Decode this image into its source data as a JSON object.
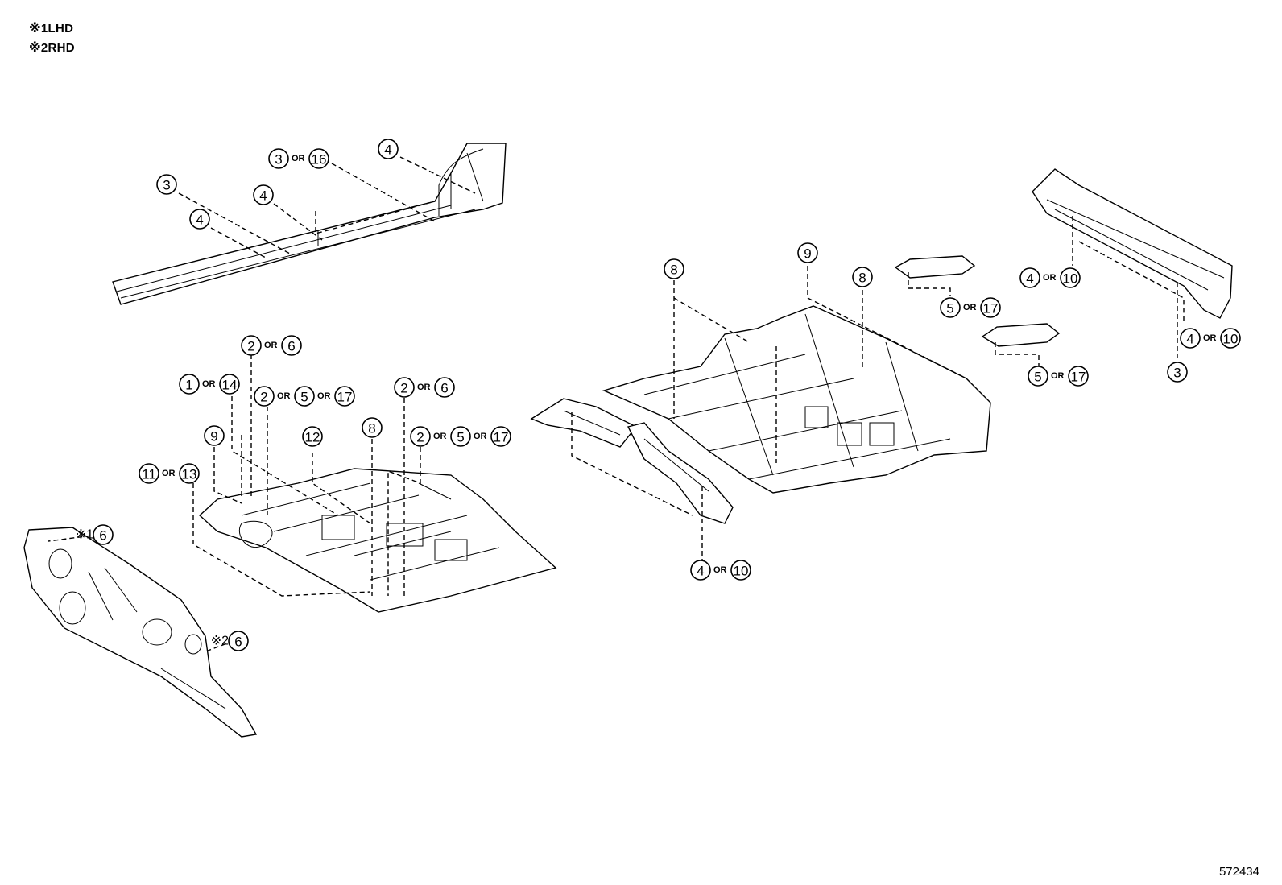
{
  "notes": [
    {
      "mark": "※1",
      "text": "LHD"
    },
    {
      "mark": "※2",
      "text": "RHD"
    }
  ],
  "diagram_id": "572434",
  "or_text": "OR",
  "callouts": [
    {
      "id": "c1",
      "parts": [
        "3"
      ]
    },
    {
      "id": "c2",
      "parts": [
        "4"
      ]
    },
    {
      "id": "c3",
      "parts": [
        "4"
      ]
    },
    {
      "id": "c4",
      "parts": [
        "3",
        "16"
      ]
    },
    {
      "id": "c5",
      "parts": [
        "4"
      ]
    },
    {
      "id": "c6",
      "parts": [
        "2",
        "6"
      ]
    },
    {
      "id": "c7",
      "parts": [
        "1",
        "14"
      ]
    },
    {
      "id": "c8",
      "parts": [
        "2",
        "5",
        "17"
      ]
    },
    {
      "id": "c9",
      "parts": [
        "2",
        "6"
      ]
    },
    {
      "id": "c10",
      "parts": [
        "9"
      ]
    },
    {
      "id": "c11",
      "parts": [
        "12"
      ]
    },
    {
      "id": "c12",
      "parts": [
        "8"
      ]
    },
    {
      "id": "c13",
      "parts": [
        "2",
        "5",
        "17"
      ]
    },
    {
      "id": "c14",
      "parts": [
        "11",
        "13"
      ]
    },
    {
      "id": "c15",
      "prefix": "※1",
      "parts": [
        "6"
      ]
    },
    {
      "id": "c16",
      "prefix": "※2",
      "parts": [
        "6"
      ]
    },
    {
      "id": "c17",
      "parts": [
        "8"
      ]
    },
    {
      "id": "c18",
      "parts": [
        "9"
      ]
    },
    {
      "id": "c19",
      "parts": [
        "8"
      ]
    },
    {
      "id": "c20",
      "parts": [
        "4",
        "10"
      ]
    },
    {
      "id": "c21",
      "parts": [
        "5",
        "17"
      ]
    },
    {
      "id": "c22",
      "parts": [
        "5",
        "17"
      ]
    },
    {
      "id": "c23",
      "parts": [
        "4",
        "10"
      ]
    },
    {
      "id": "c24",
      "parts": [
        "4",
        "10"
      ]
    },
    {
      "id": "c25",
      "parts": [
        "3"
      ]
    }
  ]
}
